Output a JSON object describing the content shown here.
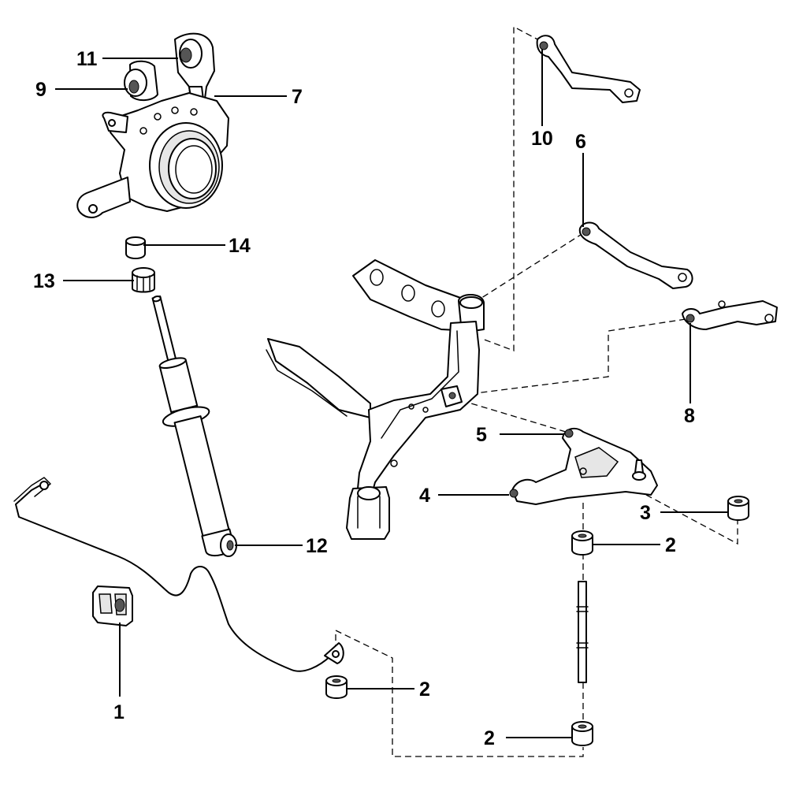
{
  "callouts": {
    "c1": "1",
    "c2a": "2",
    "c2b": "2",
    "c2c": "2",
    "c3": "3",
    "c4": "4",
    "c5": "5",
    "c6": "6",
    "c7": "7",
    "c8": "8",
    "c9": "9",
    "c10": "10",
    "c11": "11",
    "c12": "12",
    "c13": "13",
    "c14": "14"
  },
  "colors": {
    "line": "#000000",
    "background": "#ffffff",
    "shade": "#e6e6e6"
  }
}
